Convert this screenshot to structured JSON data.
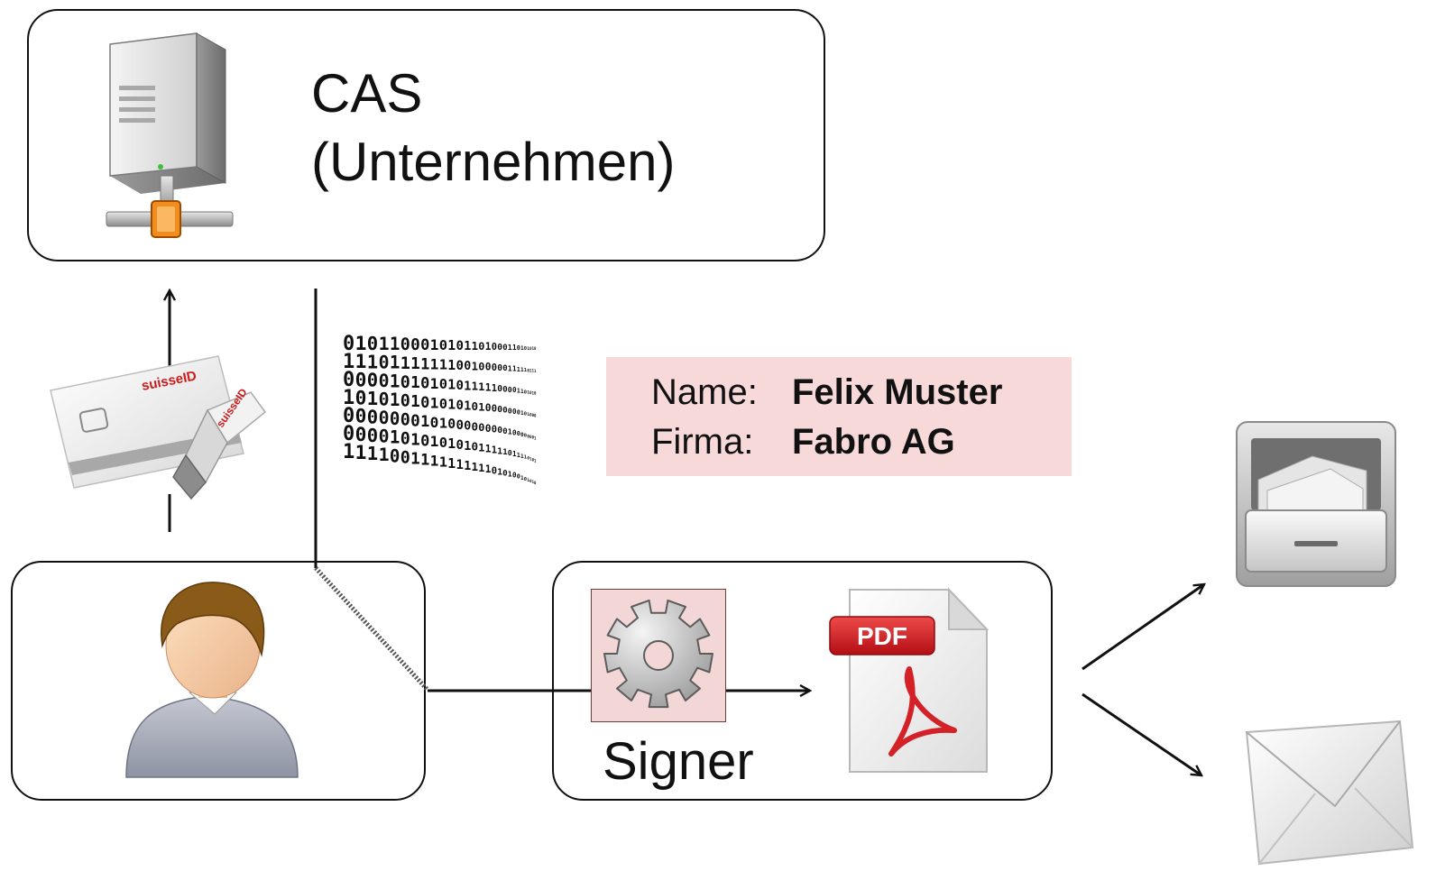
{
  "cas": {
    "line1": "CAS",
    "line2": "(Unternehmen)"
  },
  "info": {
    "name_label": "Name:",
    "name_value": "Felix Muster",
    "firma_label": "Firma:",
    "firma_value": "Fabro AG"
  },
  "signer": {
    "label": "Signer"
  },
  "icons": {
    "card": {
      "brand": "suisseID"
    },
    "usb": {
      "brand": "suisseID"
    },
    "pdf": {
      "badge": "PDF"
    },
    "binary": {
      "rows": [
        "0101100010101101000110101010",
        "1110111111100100000111110111",
        "0000101010101111100001101010",
        "1010101010101010000000101000",
        "0000000101000000000100000001",
        "0000101010101011111011110101",
        "1111001111111111010100101010"
      ]
    }
  },
  "colors": {
    "info_bg": "#f7d9d9",
    "pdf_red": "#c8181e",
    "orange_node": "#f28c1e"
  }
}
